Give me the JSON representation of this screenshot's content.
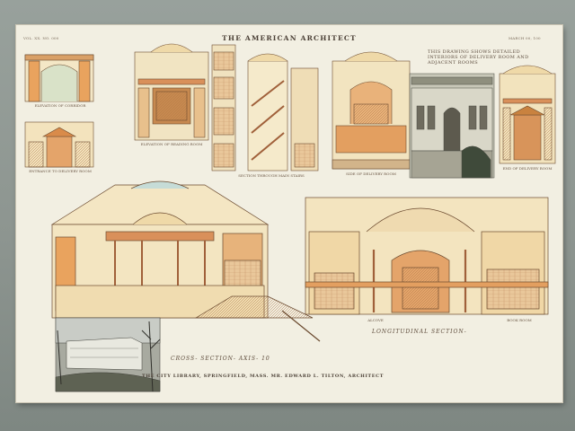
{
  "sheet": {
    "header_title": "THE AMERICAN ARCHITECT",
    "header_left": "VOL. XX. NO. 000",
    "header_right": "MARCH 00, 100",
    "bottom_title": "THE CITY LIBRARY, SPRINGFIELD, MASS.   MR. EDWARD L. TILTON, ARCHITECT",
    "top_right_note": "THIS DRAWING SHOWS DETAILED INTERIORS OF DELIVERY ROOM AND ADJACENT ROOMS"
  },
  "captions": {
    "cross_section": "CROSS- SECTION- AXIS- 10",
    "longitudinal": "LONGITUDINAL SECTION-",
    "alcove": "ALCOVE",
    "reading_room_elev": "ELEVATION OF READING ROOM",
    "stairway": "SECTION THROUGH MAIN STAIRS",
    "corridor": "ELEVATION OF CORRIDOR",
    "entrance": "ENTRANCE TO DELIVERY ROOM",
    "book_room": "BOOK ROOM",
    "delivery_end": "END OF DELIVERY ROOM",
    "delivery_side": "SIDE OF DELIVERY ROOM"
  },
  "colors": {
    "ink": "#6b4a2f",
    "wash_buff": "#efd9a8",
    "wash_orange": "#e9a35e",
    "wash_green": "#cfd9b8",
    "wash_blue": "#b9d1d0",
    "paper": "#f2efe2"
  }
}
